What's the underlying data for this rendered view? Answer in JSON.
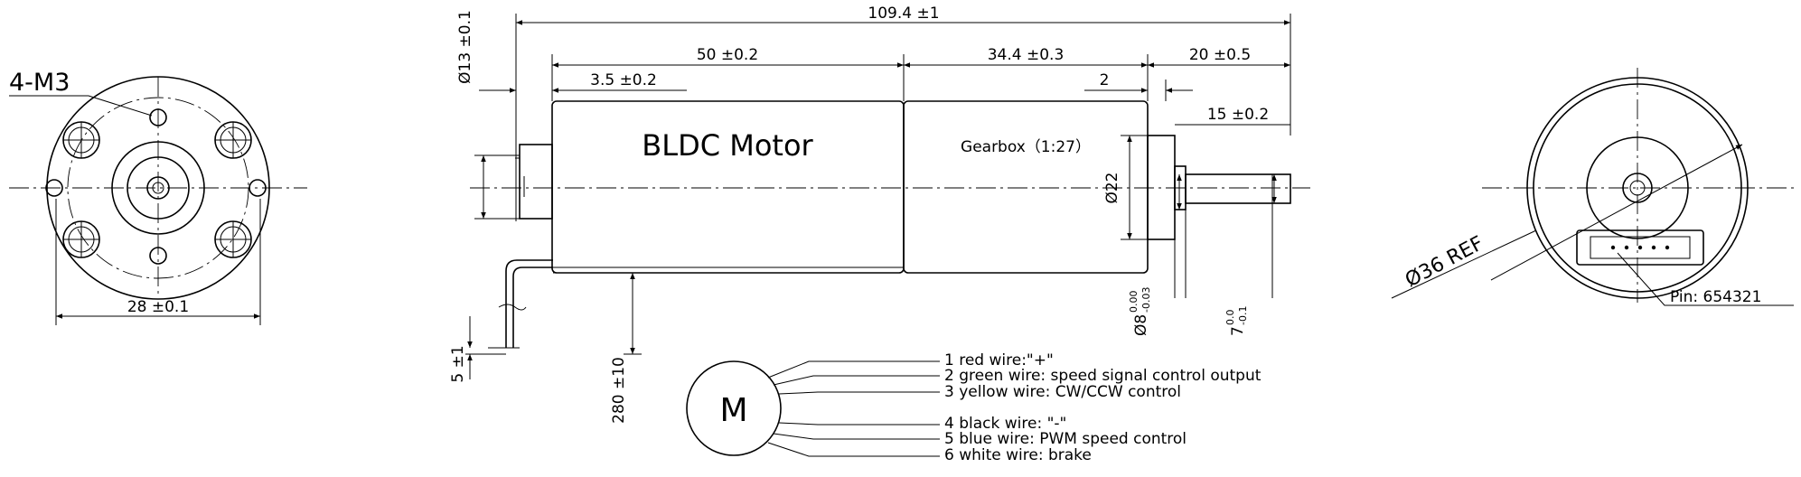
{
  "left_view": {
    "holes_label": "4-M3",
    "width_dim": "28 ±0.1"
  },
  "side_view": {
    "overall_length": "109.4 ±1",
    "motor_length": "50 ±0.2",
    "gearbox_length": "34.4 ±0.3",
    "shaft_length": "20 ±0.5",
    "boss_length": "3.5 ±0.2",
    "gap_dim": "2",
    "shaft_flat": "15 ±0.2",
    "boss_dia": "Ø13 ±0.1",
    "gearbox_dia": "Ø22",
    "motor_label": "BLDC Motor",
    "gearbox_label": "Gearbox（1:27）",
    "shaft_dia": "Ø8",
    "shaft_dia_tol_upper": "0.00",
    "shaft_dia_tol_lower": "-0.03",
    "flat_dim": "7",
    "flat_tol_upper": "0.0",
    "flat_tol_lower": "-0.1",
    "wire_stub": "5 ±1",
    "wire_length": "280 ±10"
  },
  "right_view": {
    "ref_dia": "Ø36 REF",
    "pin_label": "Pin:  654321"
  },
  "wiring": {
    "motor_symbol": "M",
    "wires": [
      {
        "label": "1 red wire:\"+\""
      },
      {
        "label": "2 green wire: speed signal control output"
      },
      {
        "label": "3 yellow wire: CW/CCW control"
      },
      {
        "label": "4 black wire: \"-\""
      },
      {
        "label": "5 blue wire: PWM speed control"
      },
      {
        "label": "6 white wire: brake"
      }
    ]
  }
}
